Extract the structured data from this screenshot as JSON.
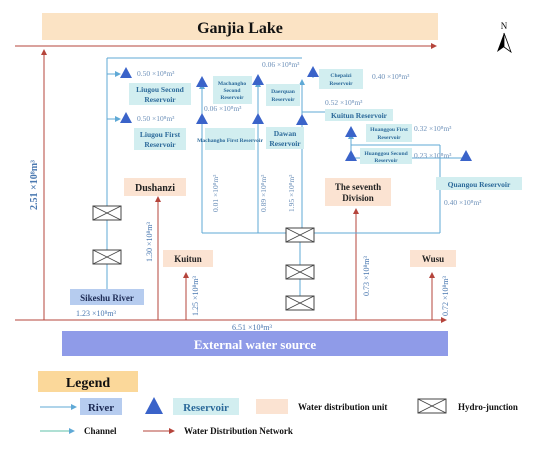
{
  "title": "Ganjia Lake",
  "source": "External water source",
  "north": "N",
  "flows": {
    "f251": "2.51 ×10⁸m³",
    "f130": "1.30 ×10⁸m³",
    "f123": "1.23 ×10⁸m³",
    "f125": "1.25 ×10⁸m³",
    "f651": "6.51 ×10⁸m³",
    "f001": "0.01 ×10⁸m³",
    "f089": "0.89 ×10⁸m³",
    "f195": "1.95 ×10⁸m³",
    "f073": "0.73 ×10⁸m³",
    "f072": "0.72 ×10⁸m³"
  },
  "units": {
    "dushanzi": "Dushanzi",
    "kuitun": "Kuitun",
    "wusu": "Wusu",
    "seventh1": "The seventh",
    "seventh2": "Division"
  },
  "river": "Sikeshu River",
  "reservoirs": {
    "liugou2a": "Liugou Second",
    "liugou2b": "Reservoir",
    "liugou2v": "0.50 ×10⁸m³",
    "liugou1a": "Liugou First",
    "liugou1b": "Reservoir",
    "liugou1v": "0.50 ×10⁸m³",
    "mach2a": "Machangho",
    "mach2b": "Second",
    "mach2c": "Reservoir",
    "mach2v": "0.06 ×10⁸m³",
    "mach1": "Machangho First Reservoir",
    "daer1": "Daerquan",
    "daer2": "Reservoir",
    "daerv": "0.06 ×10⁸m³",
    "dawan1": "Dawan",
    "dawan2": "Reservoir",
    "cheb1": "Chepaizi",
    "cheb2": "Reservoir",
    "chebv": "0.40 ×10⁸m³",
    "kuitunres": "Kuitun Reservoir",
    "kuitunv": "0.52 ×10⁸m³",
    "huang1": "Huanggou First",
    "huang1b": "Reservoir",
    "huang1v": "0.32 ×10⁸m³",
    "huang2": "Huanggou Second",
    "huang2b": "Reservoir",
    "huang2v": "0.23 ×10⁸m³",
    "quangou": "Quangou Reservoir",
    "quangouv": "0.40 ×10⁸m³"
  },
  "legend": {
    "title": "Legend",
    "river": "River",
    "reservoir": "Reservoir",
    "unit": "Water distribution unit",
    "hydro": "Hydro-junction",
    "channel": "Channel",
    "network": "Water Distribution Network"
  },
  "colors": {
    "red": "#b5443b",
    "channel": "#5fa9d6",
    "tri": "#3a63c9",
    "lake": "#fbe3c4",
    "source": "#8f9be8",
    "resbox": "#d2eef0",
    "unitbox": "#fbe3d2",
    "riverbox": "#b6ccef"
  }
}
